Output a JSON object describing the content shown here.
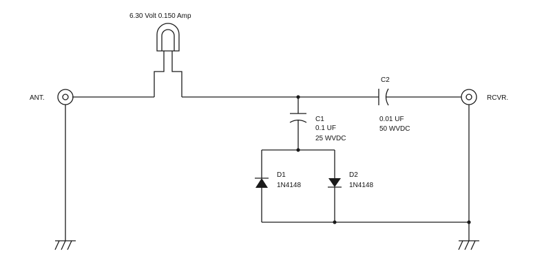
{
  "lamp": {
    "rating": "6.30 Volt 0.150 Amp"
  },
  "connectors": {
    "antenna": {
      "label": "ANT."
    },
    "receiver": {
      "label": "RCVR."
    }
  },
  "c1": {
    "ref": "C1",
    "value": "0.1 UF",
    "voltage": "25 WVDC"
  },
  "c2": {
    "ref": "C2",
    "value": "0.01 UF",
    "voltage": "50 WVDC"
  },
  "d1": {
    "ref": "D1",
    "part": "1N4148"
  },
  "d2": {
    "ref": "D2",
    "part": "1N4148"
  },
  "colors": {
    "ink": "#1a1a1a",
    "background": "#ffffff"
  }
}
